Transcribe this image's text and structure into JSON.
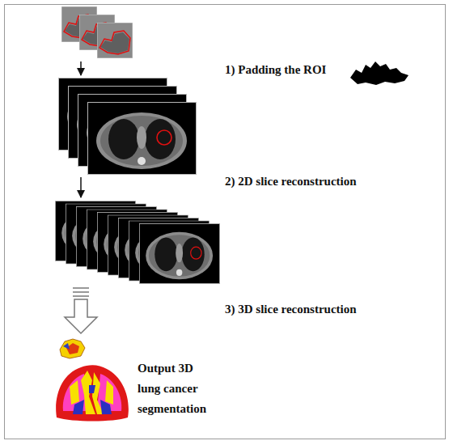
{
  "diagram": {
    "labels": [
      "1) Padding the ROI",
      "2) 2D slice reconstruction",
      "3) 3D slice reconstruction",
      "Output 3D lung cancer segmentation"
    ]
  }
}
